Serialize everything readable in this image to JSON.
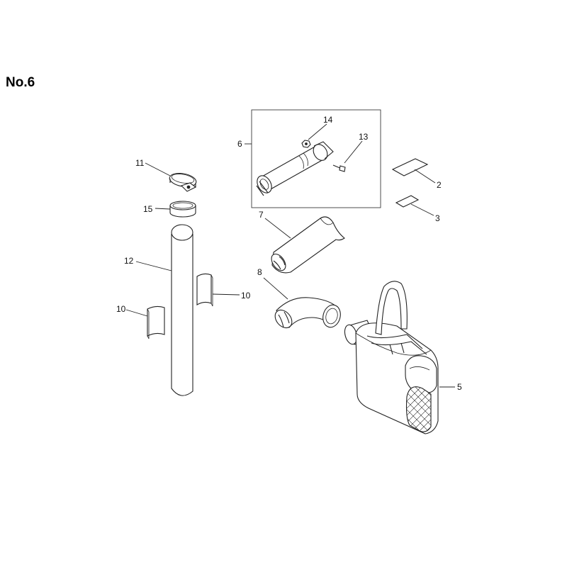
{
  "title": "No.6",
  "callouts": {
    "c2": "2",
    "c3": "3",
    "c5": "5",
    "c6": "6",
    "c7": "7",
    "c8": "8",
    "c10a": "10",
    "c10b": "10",
    "c11": "11",
    "c12": "12",
    "c13": "13",
    "c14": "14",
    "c15": "15"
  }
}
